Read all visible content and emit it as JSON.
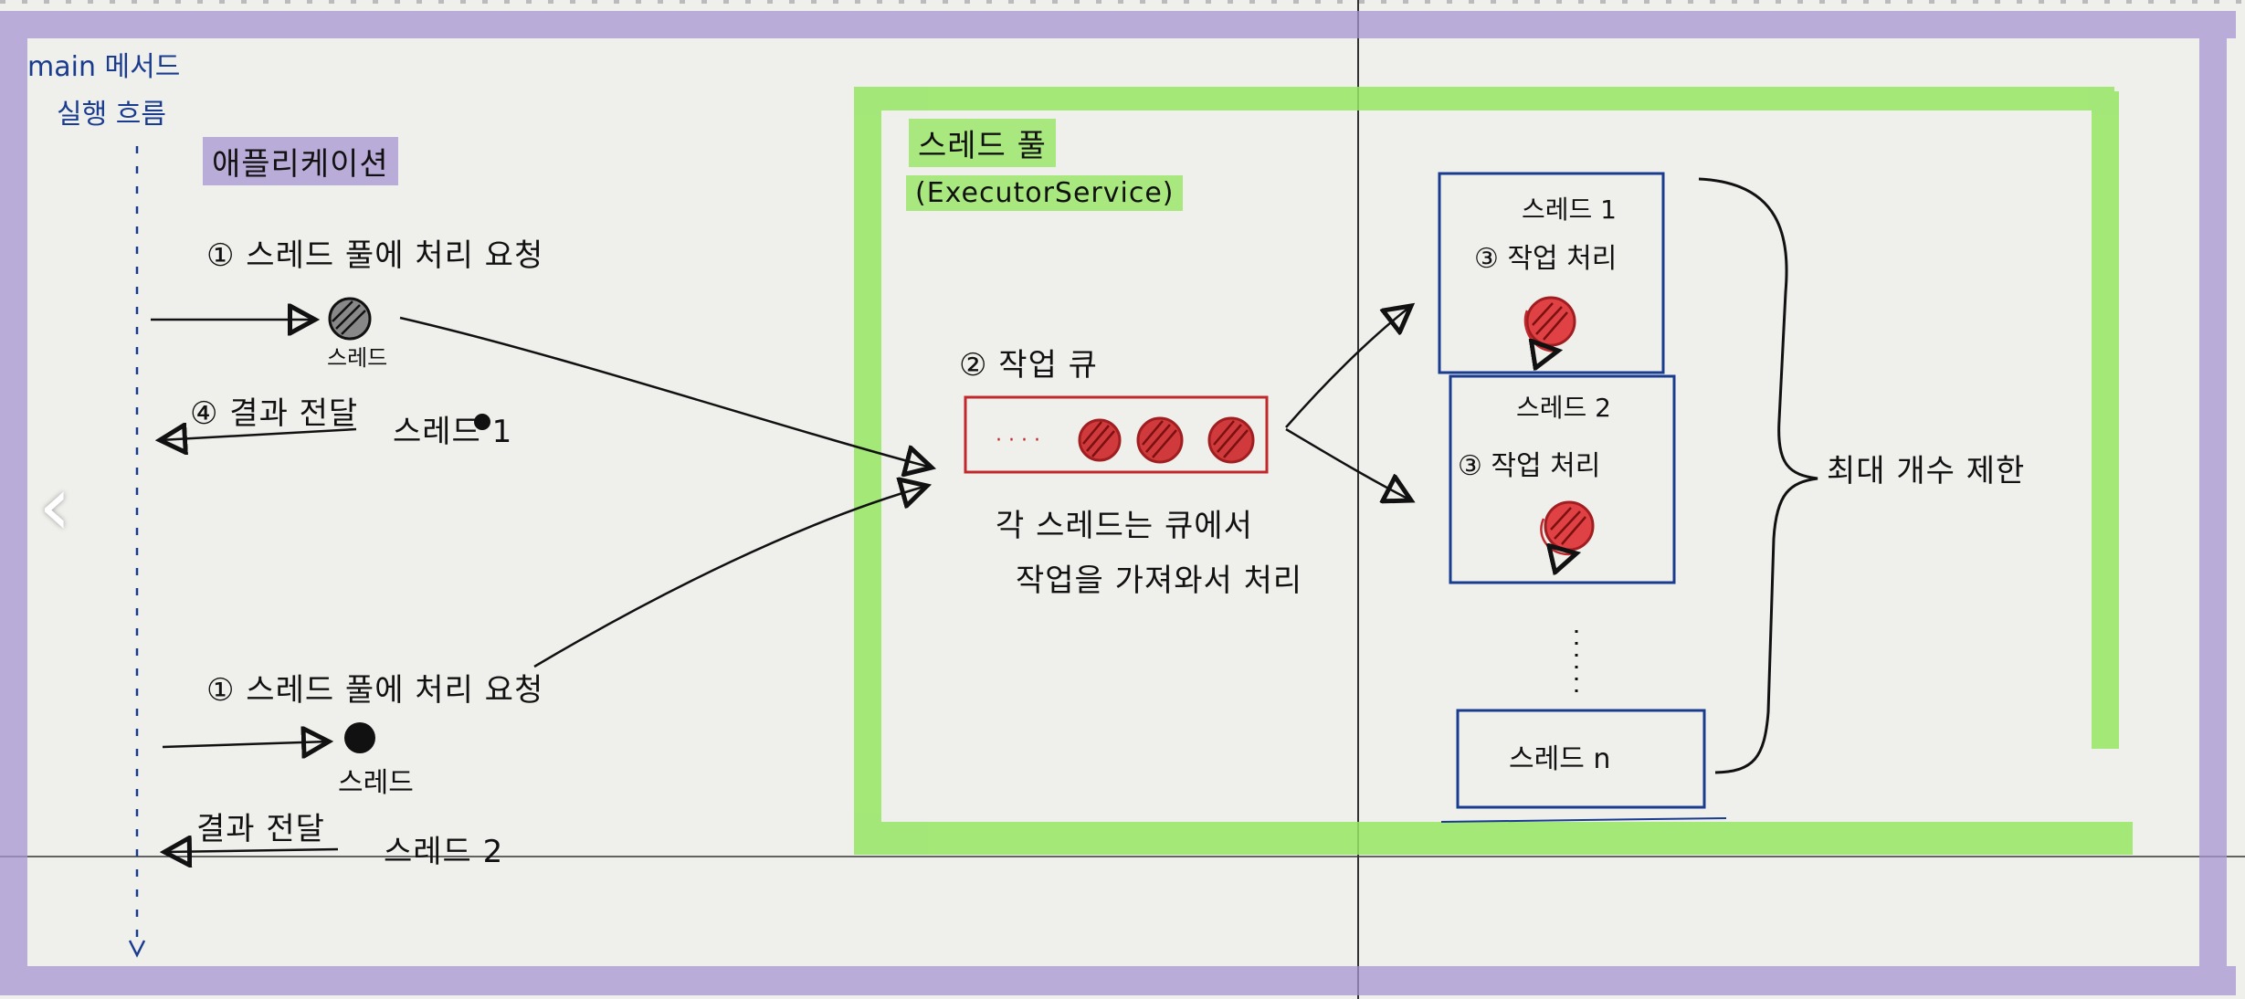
{
  "main_thread": {
    "line1": "main 메서드",
    "line2": "실행 흐름"
  },
  "application": {
    "title": "애플리케이션",
    "request1": "① 스레드 풀에 처리 요청",
    "request1_thread_label": "스레드",
    "result1": "④ 결과 전달",
    "result1_thread": "스레드 1",
    "request2": "① 스레드 풀에 처리 요청",
    "request2_thread_label": "스레드",
    "result2": "결과 전달",
    "result2_thread": "스레드 2"
  },
  "thread_pool": {
    "title": "스레드 풀",
    "subtitle": "(ExecutorService)",
    "queue_label": "② 작업 큐",
    "queue_dots": "· · · ·",
    "queue_note_line1": "각 스레드는 큐에서",
    "queue_note_line2": "작업을 가져와서 처리",
    "threads": [
      {
        "name": "스레드 1",
        "task": "③ 작업 처리"
      },
      {
        "name": "스레드 2",
        "task": "③ 작업 처리"
      },
      {
        "name": "스레드 n",
        "task": ""
      }
    ],
    "limit_label": "최대 개수 제한"
  },
  "colors": {
    "frame": "#a896d2",
    "pool_highlight": "#96e664",
    "queue_red": "#c0282c",
    "thread_box": "#1a3c8f",
    "ink": "#111111"
  },
  "icons": {
    "previous": "chevron-left-icon"
  }
}
